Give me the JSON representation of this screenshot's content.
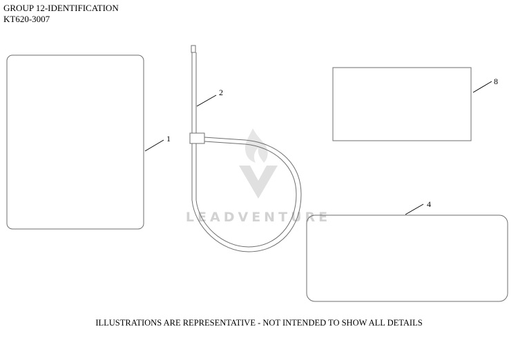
{
  "header": {
    "group": "GROUP 12-IDENTIFICATION",
    "kit": "KT620-3007"
  },
  "callouts": {
    "c1": "1",
    "c2": "2",
    "c4": "4",
    "c8": "8"
  },
  "watermark": {
    "text": "LEADVENTURE"
  },
  "footer": {
    "disclaimer": "ILLUSTRATIONS ARE REPRESENTATIVE - NOT INTENDED TO SHOW ALL DETAILS"
  }
}
